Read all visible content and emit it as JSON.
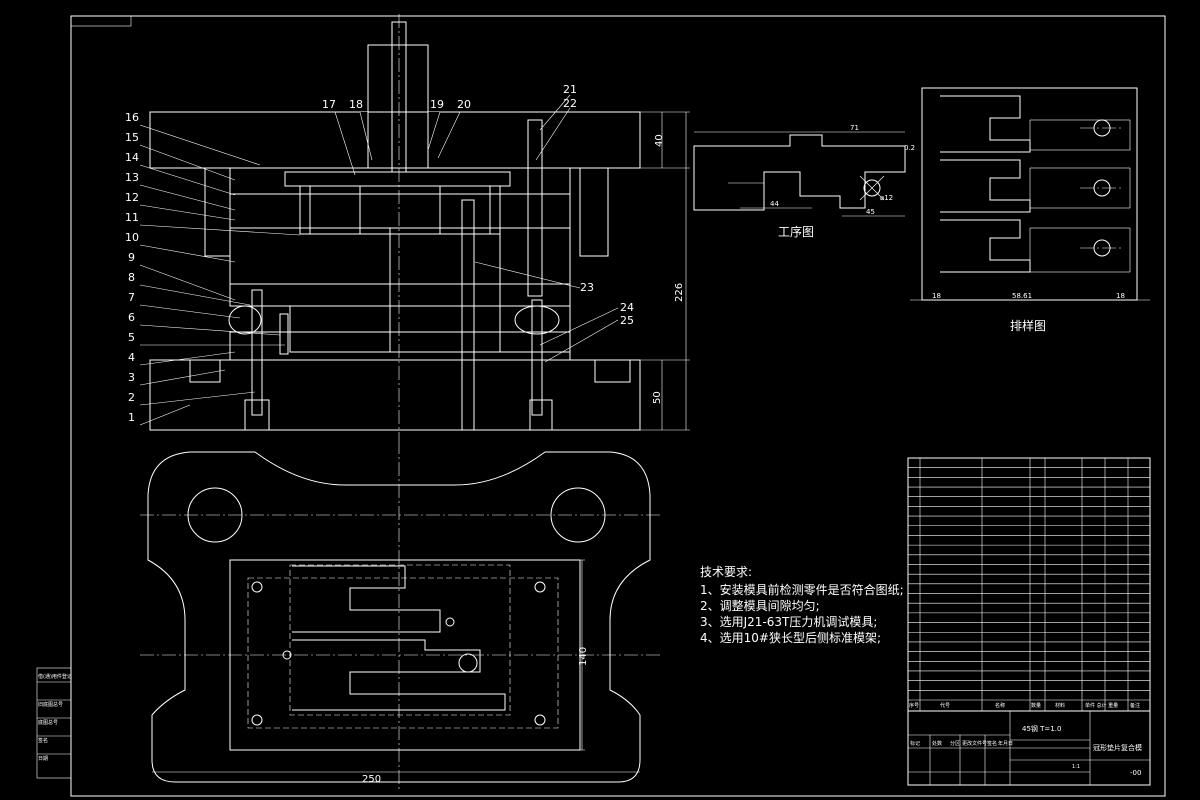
{
  "section_labels": {
    "process_drawing": "工序图",
    "layout_drawing": "排样图"
  },
  "balloons": [
    "1",
    "2",
    "3",
    "4",
    "5",
    "6",
    "7",
    "8",
    "9",
    "10",
    "11",
    "12",
    "13",
    "14",
    "15",
    "16",
    "17",
    "18",
    "19",
    "20",
    "21",
    "22",
    "23",
    "24",
    "25"
  ],
  "dimensions": {
    "mold_height": "226",
    "top_plate": "40",
    "bottom_plate": "50",
    "plan_width": "250",
    "plan_depth": "140",
    "part_len": "71",
    "part_h1": "44",
    "part_w": "45",
    "part_tol": "0.2",
    "hole": "⌀12",
    "layout_pitch": "58.61",
    "layout_edge": "18"
  },
  "tech_requirements": {
    "title": "技术要求:",
    "items": [
      "1、安装模具前检测零件是否符合图纸;",
      "2、调整模具间隙均匀;",
      "3、选用J21-63T压力机调试模具;",
      "4、选用10#狭长型后侧标准模架;"
    ]
  },
  "title_block": {
    "scale_note": "45钢 T=1.0",
    "drawing_title": "冠形垫片复合模",
    "drawing_no": "-00",
    "ratio": "1:1",
    "header_cols": [
      "序号",
      "代号",
      "名称",
      "数量",
      "材料",
      "单件 总计 重量",
      "备注"
    ],
    "sign_rows": [
      "标记",
      "处数",
      "分区",
      "更改文件号",
      "签名",
      "年月日"
    ]
  },
  "side_labels": [
    "借(通)用件登记",
    "旧底图总号",
    "底图总号",
    "签名",
    "日期"
  ]
}
